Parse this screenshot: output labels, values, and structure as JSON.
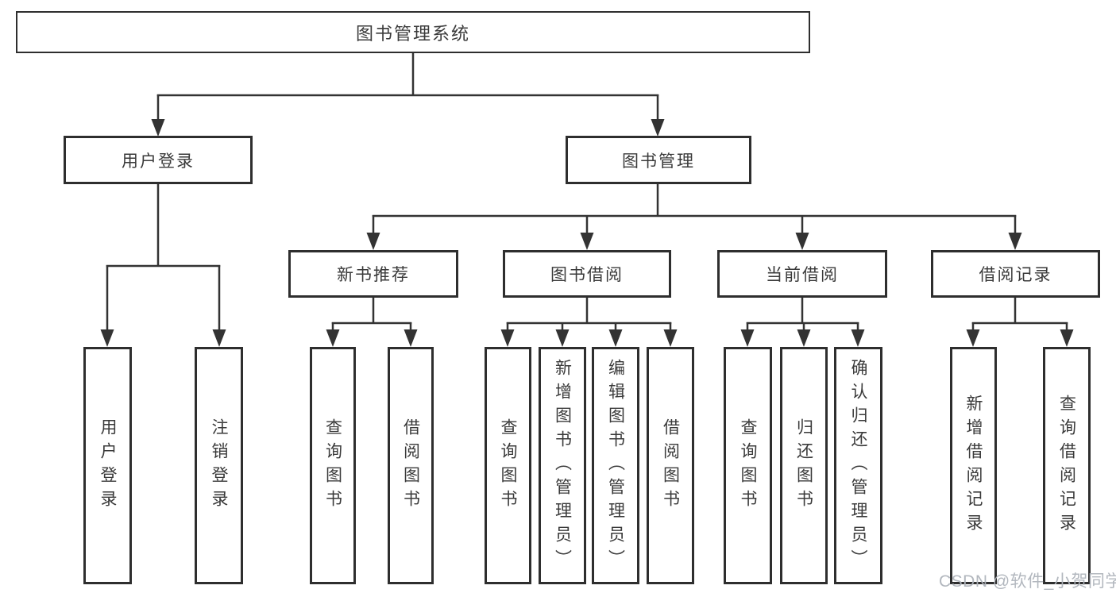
{
  "tree": {
    "label": "图书管理系统",
    "children": [
      {
        "label": "用户登录",
        "children": [
          {
            "label": "用户登录"
          },
          {
            "label": "注销登录"
          }
        ]
      },
      {
        "label": "图书管理",
        "children": [
          {
            "label": "新书推荐",
            "children": [
              {
                "label": "查询图书"
              },
              {
                "label": "借阅图书"
              }
            ]
          },
          {
            "label": "图书借阅",
            "children": [
              {
                "label": "查询图书"
              },
              {
                "label": "新增图书（管理员）"
              },
              {
                "label": "编辑图书（管理员）"
              },
              {
                "label": "借阅图书"
              }
            ]
          },
          {
            "label": "当前借阅",
            "children": [
              {
                "label": "查询图书"
              },
              {
                "label": "归还图书"
              },
              {
                "label": "确认归还（管理员）"
              }
            ]
          },
          {
            "label": "借阅记录",
            "children": [
              {
                "label": "新增借阅记录"
              },
              {
                "label": "查询借阅记录"
              }
            ]
          }
        ]
      }
    ]
  },
  "watermark": {
    "text": "CSDN @软件_小贺同学"
  },
  "colors": {
    "line": "#333333",
    "box_border": "#2e2e2e",
    "text": "#3a3a3a",
    "watermark": "#aeb3bb",
    "background": "#ffffff"
  }
}
